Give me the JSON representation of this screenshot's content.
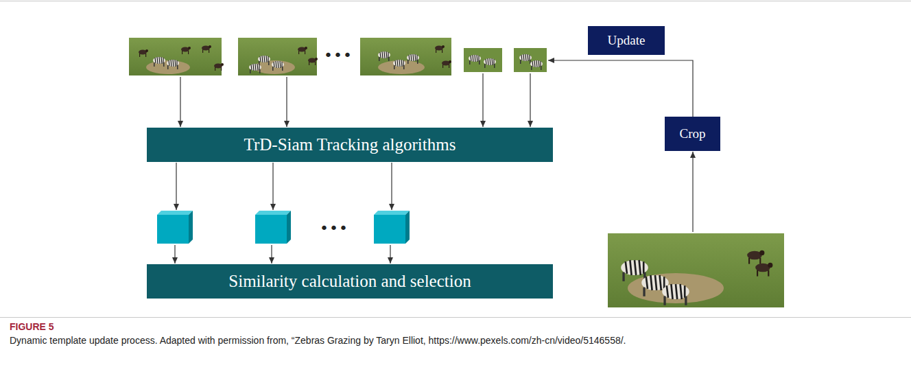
{
  "diagram": {
    "caption": "Dynamic template update process. Adapted with permission from, “Zebras Grazing by Taryn Elliot, https://www.pexels.com/zh-cn/video/5146558/.",
    "nodes": [
      {
        "text": [
          "Update"
        ]
      },
      {
        "text": [
          "Crop"
        ]
      },
      {
        "text": [
          "TrD-Siam Tracking algorithms"
        ]
      },
      {
        "text": [
          "Similarity calculation and selection"
        ]
      }
    ],
    "labels": [
      "•••",
      "•••",
      "FIGURE 5"
    ]
  }
}
